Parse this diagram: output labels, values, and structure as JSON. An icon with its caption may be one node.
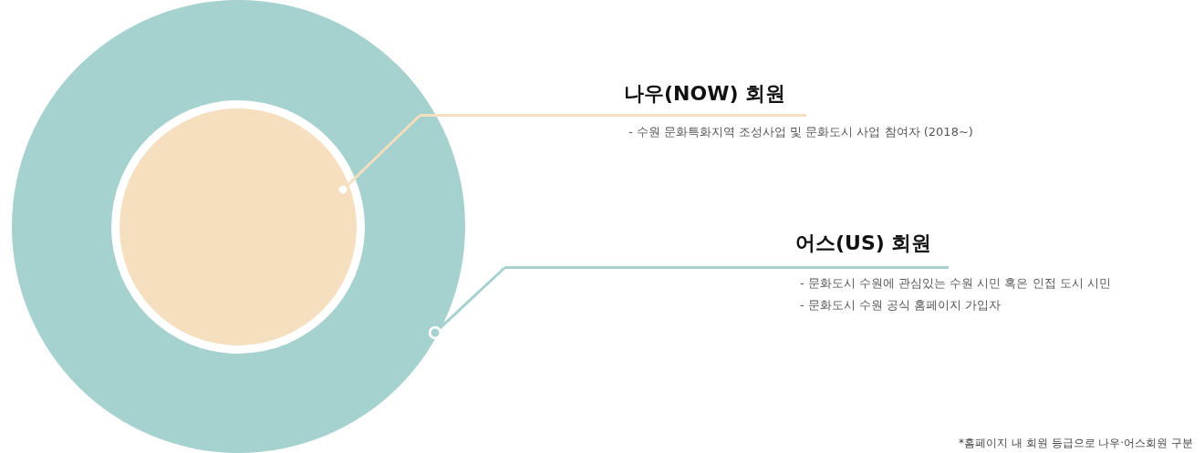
{
  "diagram": {
    "nodes": [
      {
        "text": [],
        "shape": "circle"
      },
      {
        "text": [],
        "shape": "circle",
        "in": 0
      },
      {
        "text": [
          "나우(NOW) 회원",
          "- 수원 문화특화지역 조성사업 및 문화도시 사업 참여자 (2018~)"
        ]
      },
      {
        "text": [
          "어스(US) 회원",
          "- 문화도시 수원에 관심있는 수원 시민 혹은 인접 도시 시민",
          "- 문화도시 수원 공식 홈페이지 가입자"
        ]
      }
    ],
    "edges": [
      {
        "from": 2,
        "to": 1,
        "arrow": "other",
        "color": "#f5dfbf"
      },
      {
        "from": 3,
        "to": 0,
        "arrow": "other",
        "color": "#a5d1cf"
      }
    ],
    "labels": [
      "*홈페이지 내 회원 등급으로 나우·어스회원 구분"
    ]
  }
}
